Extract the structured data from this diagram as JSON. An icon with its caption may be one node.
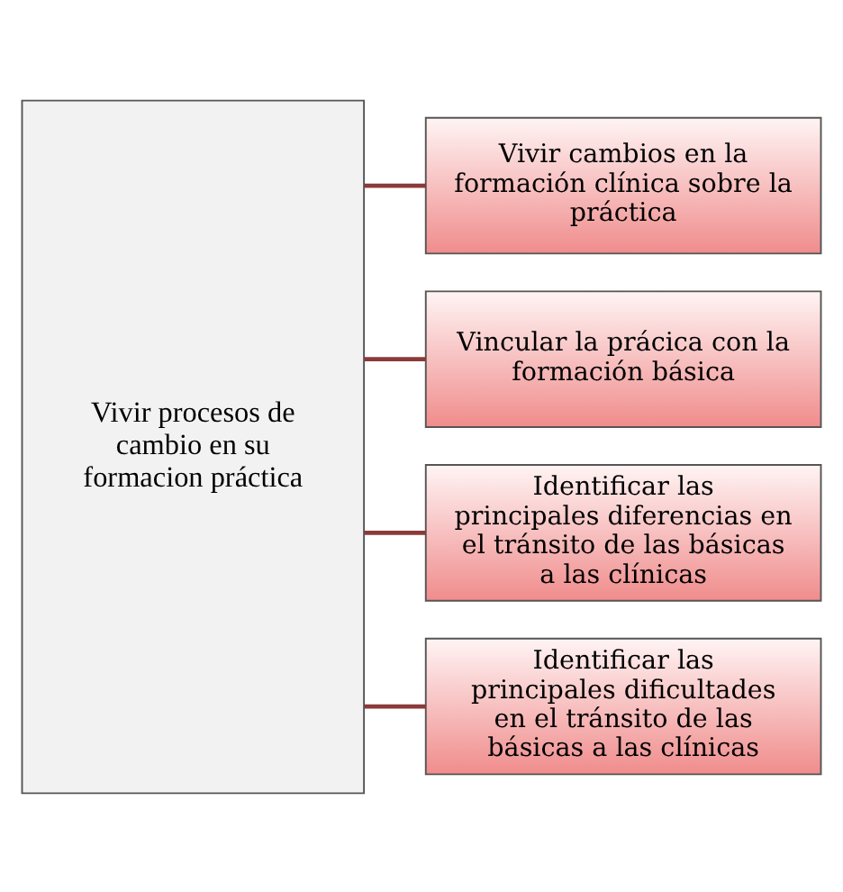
{
  "diagram": {
    "nodes": [
      {
        "text": [
          "Vivir procesos de cambio en su formacion práctica"
        ]
      },
      {
        "text": [
          "Vivir cambios en la formación clínica sobre la práctica"
        ]
      },
      {
        "text": [
          "Vincular la prácica con la formación básica"
        ]
      },
      {
        "text": [
          "Identificar las principales diferencias en el tránsito de las básicas a las clínicas"
        ]
      },
      {
        "text": [
          "Identificar las principales dificultades en el tránsito de las básicas a las clínicas"
        ]
      }
    ],
    "edges": [
      {
        "from": 0,
        "to": 1,
        "arrow": "none",
        "color": "#8b3a3a"
      },
      {
        "from": 0,
        "to": 2,
        "arrow": "none",
        "color": "#8b3a3a"
      },
      {
        "from": 0,
        "to": 3,
        "arrow": "none",
        "color": "#8b3a3a"
      },
      {
        "from": 0,
        "to": 4,
        "arrow": "none",
        "color": "#8b3a3a"
      }
    ]
  }
}
